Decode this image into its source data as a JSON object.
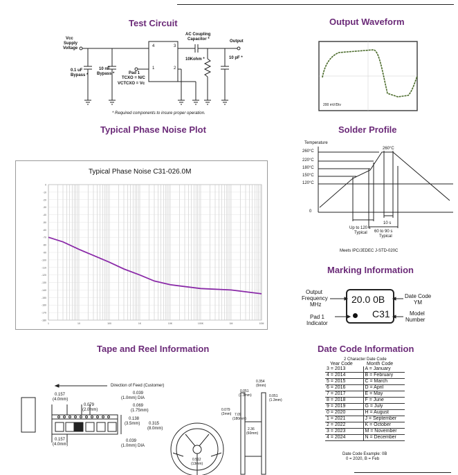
{
  "headers": {
    "test_circuit": "Test Circuit",
    "output_waveform": "Output Waveform",
    "phase_noise": "Typical Phase Noise Plot",
    "solder_profile": "Solder Profile",
    "marking": "Marking Information",
    "tape_reel": "Tape and Reel Information",
    "date_code": "Date Code Information"
  },
  "test_circuit": {
    "vcc": "Vcc",
    "supply": "Supply",
    "voltage": "Voltage",
    "c1_val": "0.1 uF",
    "c1_name": "Bypass *",
    "c2_val": "10 nF",
    "c2_name": "Bypass *",
    "pin4": "4",
    "pin3": "3",
    "pin1": "1",
    "pin2": "2",
    "ac1": "AC Coupling",
    "ac2": "Capacitor *",
    "output": "Output",
    "r_load": "10Kohm *",
    "c_load": "10 pF *",
    "pad1": "Pad 1",
    "tcxo": "TCXO = N/C",
    "vctcxo": "VCTCXO = Vc",
    "note": "* Required components to insure proper operation."
  },
  "waveform": {
    "scale": "200 mV/Div"
  },
  "phase_noise_chart": {
    "chart_data": {
      "type": "line",
      "title": "Typical Phase Noise C31-026.0M",
      "x_ticks": [
        "1",
        "10",
        "100",
        "1K",
        "10K",
        "100K",
        "1M",
        "10M"
      ],
      "y_ticks": [
        "0",
        "-10",
        "-20",
        "-30",
        "-40",
        "-50",
        "-60",
        "-70",
        "-80",
        "-90",
        "-100",
        "-110",
        "-120",
        "-130",
        "-140",
        "-150",
        "-160",
        "-170",
        "-180"
      ],
      "series": [
        {
          "x": [
            1,
            3,
            10,
            30,
            100,
            300,
            1000,
            3000,
            10000,
            100000,
            1000000,
            10000000
          ],
          "y": [
            -70,
            -76,
            -86,
            -94,
            -103,
            -112,
            -120,
            -128,
            -133,
            -138,
            -140,
            -145
          ]
        }
      ],
      "xscale": "log",
      "ylim": [
        -180,
        0
      ]
    }
  },
  "solder": {
    "temperature": "Temperature",
    "t260": "260°C",
    "t220": "220°C",
    "t180": "180°C",
    "t150": "150°C",
    "t120": "120°C",
    "t0": "0",
    "peak": "260°C",
    "upto120": "Up to 120 s",
    "typical1": "Typical",
    "s10": "10 s",
    "s60_90": "60 to 90 s",
    "typical2": "Typical",
    "meets": "Meets IPC/JEDEC J-STD-020C"
  },
  "marking": {
    "out1": "Output",
    "out2": "Frequency",
    "out3": "MHz",
    "pad1": "Pad 1",
    "pad2": "Indicator",
    "line1": "20.0 0B",
    "line2": "C31",
    "dc1": "Date Code",
    "dc2": "YM",
    "mn1": "Model",
    "mn2": "Number"
  },
  "tape": {
    "feed": "Direction of Feed (Customer)",
    "d0157a": "0.157",
    "d0157a2": "(4.0mm)",
    "d0039a": "0.039",
    "d0039a2": "(1.0mm) DIA",
    "d0079": "0.079",
    "d00792": "(2.0mm)",
    "d0069": "0.069",
    "d00692": "(1.75mm)",
    "d0138": "0.138",
    "d01382": "(3.5mm)",
    "d0315": "0.315",
    "d03152": "(8.0mm)",
    "d0157b": "0.157",
    "d0157b2": "(4.0mm)",
    "d0039b": "0.039",
    "d0039b2": "(1.0mm) DIA",
    "r0079": "0.079",
    "r00792": "(2mm)",
    "r709": "7.09",
    "r7092": "(180mm)",
    "r0512": "0.512",
    "r05122": "(13mm)",
    "r0051a": "0.051",
    "r0051a2": "(1.3mm)",
    "r0354": "0.354",
    "r03542": "(9mm)",
    "r0051b": "0.051",
    "r0051b2": "(1.3mm)",
    "r236": "2.36",
    "r2362": "(60mm)"
  },
  "date_code": {
    "caption": "2 Character Date Code",
    "col_year": "Year Code",
    "col_month": "Month Code",
    "rows": [
      [
        "3 = 2013",
        "A = January"
      ],
      [
        "4 = 2014",
        "B = February"
      ],
      [
        "5 = 2015",
        "C = March"
      ],
      [
        "6 = 2016",
        "D = April"
      ],
      [
        "7 = 2017",
        "E = May"
      ],
      [
        "8 = 2018",
        "F = June"
      ],
      [
        "9 = 2019",
        "G = July"
      ],
      [
        "0 = 2020",
        "H = August"
      ],
      [
        "1 = 2021",
        "J = September"
      ],
      [
        "2 = 2022",
        "K = October"
      ],
      [
        "3 = 2023",
        "M = November"
      ],
      [
        "4 = 2024",
        "N = December"
      ]
    ],
    "example1": "Date Code Example: 0B",
    "example2": "0 = 2020, B = Feb"
  }
}
